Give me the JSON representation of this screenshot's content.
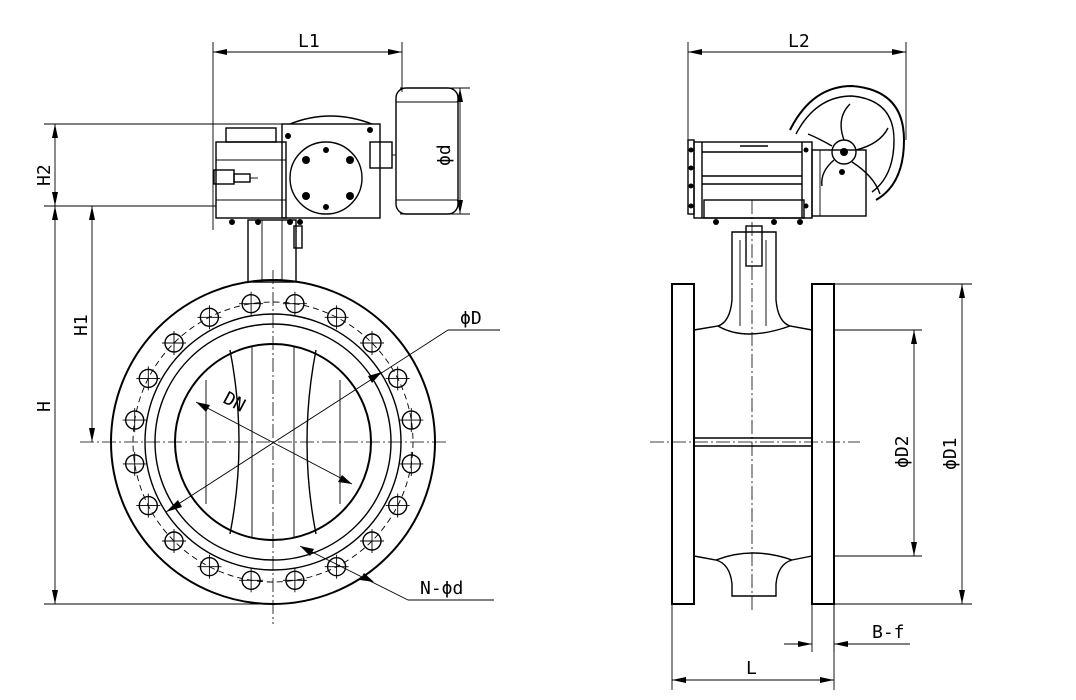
{
  "labels": {
    "L1": "L1",
    "L2": "L2",
    "H": "H",
    "H1": "H1",
    "H2": "H2",
    "phi_d_handwheel": "ϕd",
    "phi_D": "ϕD",
    "DN": "DN",
    "N_phi_d": "N-ϕd",
    "phi_D1": "ϕD1",
    "phi_D2": "ϕD2",
    "L": "L",
    "B_f": "B-f"
  },
  "colors": {
    "line": "#000000",
    "background": "#ffffff"
  },
  "bolt_count": 20
}
